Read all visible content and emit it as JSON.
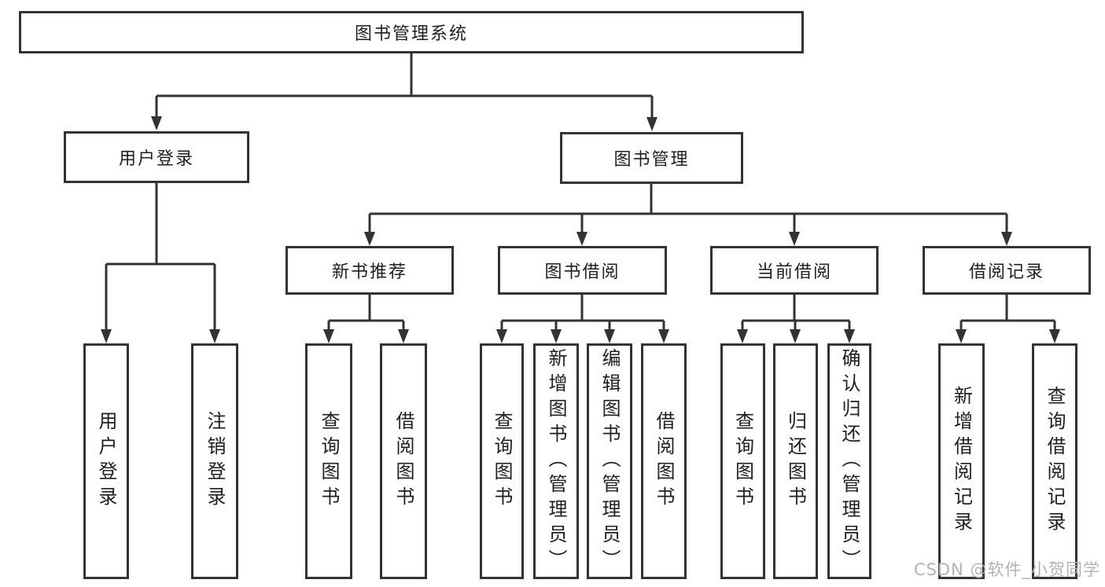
{
  "colors": {
    "line": "#333333",
    "text": "#1f1f1f",
    "background": "#ffffff",
    "watermark": "#b5b1b3"
  },
  "watermark": {
    "text": "CSDN @软件_小贺同学"
  },
  "tree": {
    "label": "图书管理系统",
    "children": [
      {
        "label": "用户登录",
        "children": [
          {
            "label": "用户登录"
          },
          {
            "label": "注销登录"
          }
        ]
      },
      {
        "label": "图书管理",
        "children": [
          {
            "label": "新书推荐",
            "children": [
              {
                "label": "查询图书"
              },
              {
                "label": "借阅图书"
              }
            ]
          },
          {
            "label": "图书借阅",
            "children": [
              {
                "label": "查询图书"
              },
              {
                "label": "新增图书（管理员）"
              },
              {
                "label": "编辑图书（管理员）"
              },
              {
                "label": "借阅图书"
              }
            ]
          },
          {
            "label": "当前借阅",
            "children": [
              {
                "label": "查询图书"
              },
              {
                "label": "归还图书"
              },
              {
                "label": "确认归还（管理员）"
              }
            ]
          },
          {
            "label": "借阅记录",
            "children": [
              {
                "label": "新增借阅记录"
              },
              {
                "label": "查询借阅记录"
              }
            ]
          }
        ]
      }
    ]
  }
}
